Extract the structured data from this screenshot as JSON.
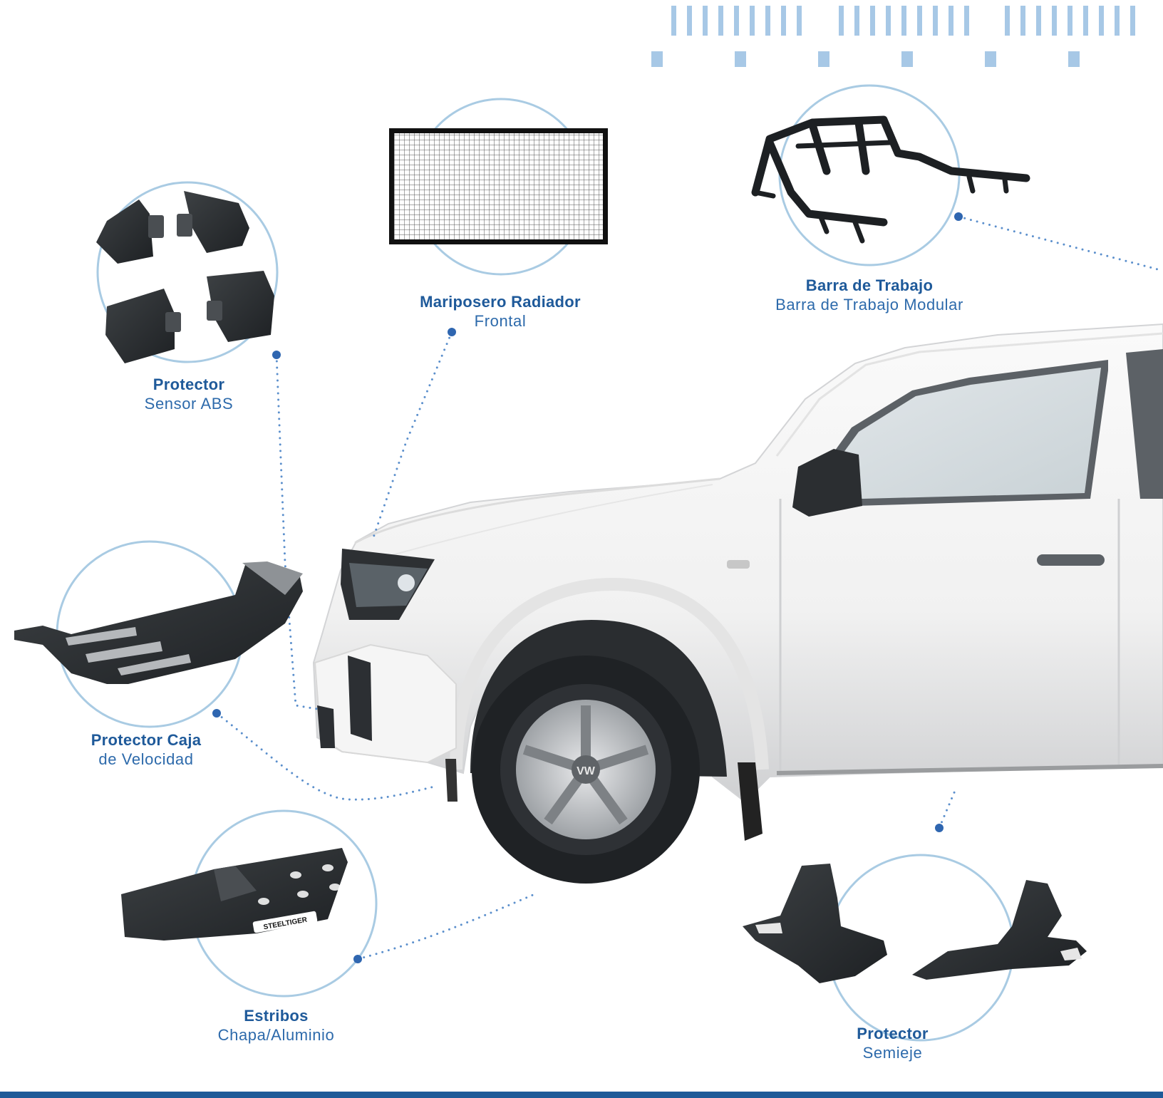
{
  "colors": {
    "accent": "#1f5a9a",
    "subtitle": "#2d6aab",
    "circle": "#a9cbe3",
    "dots": "#5b8fcc",
    "stripes": "#a7c8e6",
    "bottom_bar": "#1e5a98"
  },
  "products": [
    {
      "id": "abs",
      "title": "Protector",
      "subtitle": "Sensor ABS"
    },
    {
      "id": "radiator",
      "title": "Mariposero Radiador",
      "subtitle": "Frontal"
    },
    {
      "id": "workbar",
      "title": "Barra de Trabajo",
      "subtitle": "Barra de Trabajo Modular"
    },
    {
      "id": "gearbox",
      "title": "Protector Caja",
      "subtitle": "de Velocidad"
    },
    {
      "id": "steps",
      "title": "Estribos",
      "subtitle": "Chapa/Aluminio"
    },
    {
      "id": "semiaxle",
      "title": "Protector",
      "subtitle": "Semieje"
    }
  ],
  "truck": {
    "description_icon": "white-pickup-truck-image",
    "wheel_logo": "VW"
  },
  "step_brand": "STEELTIGER"
}
